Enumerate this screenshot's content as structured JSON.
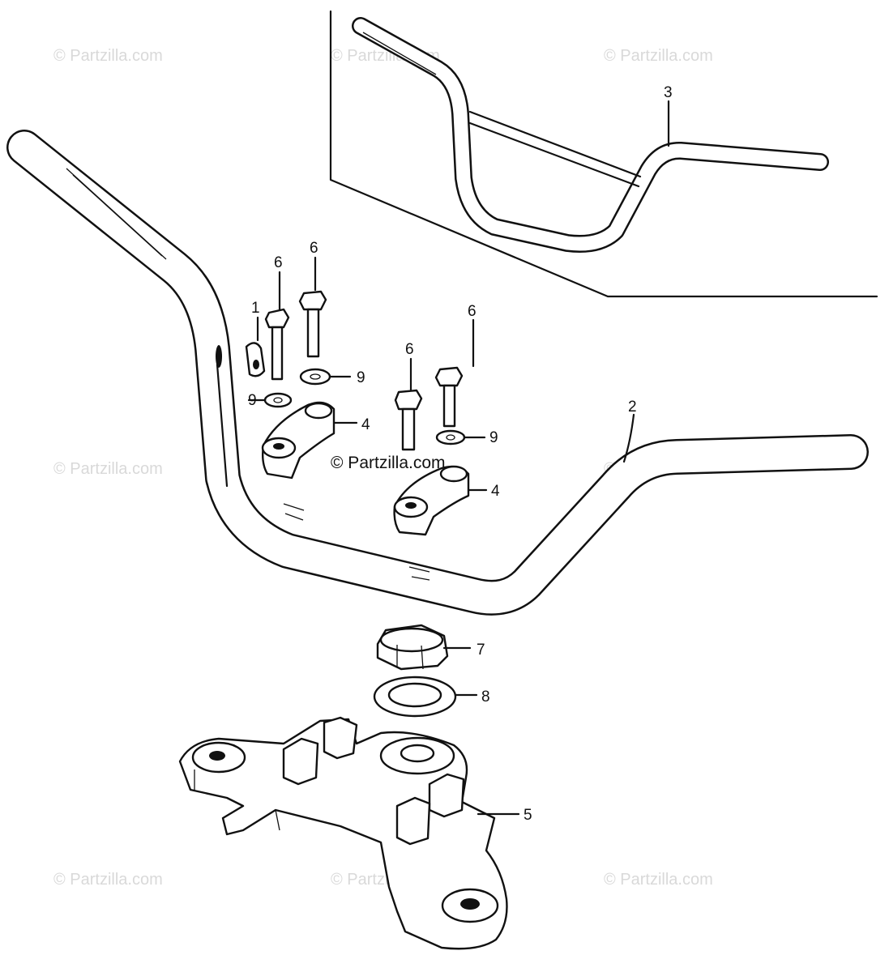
{
  "watermark": {
    "text": "© Partzilla.com",
    "center_text": "© Partzilla.com"
  },
  "callouts": [
    {
      "id": "c1",
      "label": "1"
    },
    {
      "id": "c2",
      "label": "2"
    },
    {
      "id": "c3",
      "label": "3"
    },
    {
      "id": "c4a",
      "label": "4"
    },
    {
      "id": "c4b",
      "label": "4"
    },
    {
      "id": "c5",
      "label": "5"
    },
    {
      "id": "c6a",
      "label": "6"
    },
    {
      "id": "c6b",
      "label": "6"
    },
    {
      "id": "c6c",
      "label": "6"
    },
    {
      "id": "c6d",
      "label": "6"
    },
    {
      "id": "c7",
      "label": "7"
    },
    {
      "id": "c8",
      "label": "8"
    },
    {
      "id": "c9a",
      "label": "9"
    },
    {
      "id": "c9b",
      "label": "9"
    },
    {
      "id": "c9c",
      "label": "9"
    }
  ],
  "colors": {
    "ink": "#111111",
    "watermark": "#d9d9d9",
    "background": "#ffffff"
  }
}
